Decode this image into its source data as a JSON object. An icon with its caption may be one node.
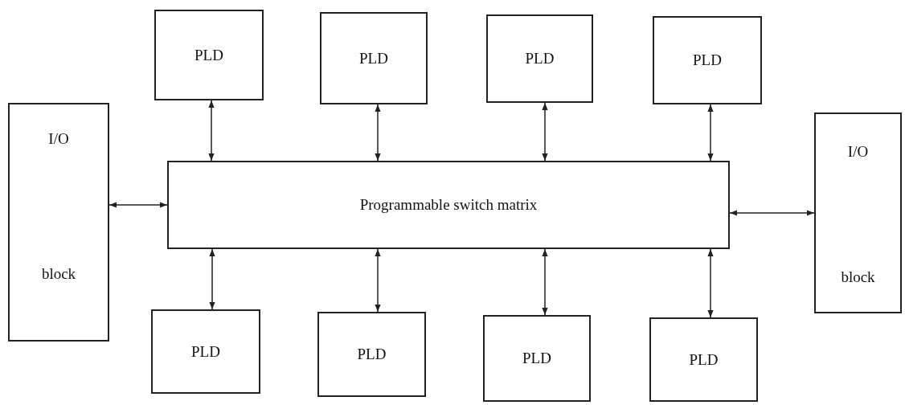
{
  "diagram": {
    "nodes": [
      {
        "text": [
          "PLD"
        ]
      },
      {
        "text": [
          "PLD"
        ]
      },
      {
        "text": [
          "PLD"
        ]
      },
      {
        "text": [
          "PLD"
        ]
      },
      {
        "text": [
          "I/O",
          "block"
        ]
      },
      {
        "text": [
          "Programmable switch matrix"
        ]
      },
      {
        "text": [
          "I/O",
          "block"
        ]
      },
      {
        "text": [
          "PLD"
        ]
      },
      {
        "text": [
          "PLD"
        ]
      },
      {
        "text": [
          "PLD"
        ]
      },
      {
        "text": [
          "PLD"
        ]
      }
    ],
    "edges": [
      {
        "from": 0,
        "to": 5,
        "arrow": "both"
      },
      {
        "from": 1,
        "to": 5,
        "arrow": "both"
      },
      {
        "from": 2,
        "to": 5,
        "arrow": "both"
      },
      {
        "from": 3,
        "to": 5,
        "arrow": "both"
      },
      {
        "from": 4,
        "to": 5,
        "arrow": "both"
      },
      {
        "from": 5,
        "to": 6,
        "arrow": "both"
      },
      {
        "from": 7,
        "to": 5,
        "arrow": "both"
      },
      {
        "from": 8,
        "to": 5,
        "arrow": "both"
      },
      {
        "from": 9,
        "to": 5,
        "arrow": "both"
      },
      {
        "from": 10,
        "to": 5,
        "arrow": "both"
      }
    ]
  }
}
